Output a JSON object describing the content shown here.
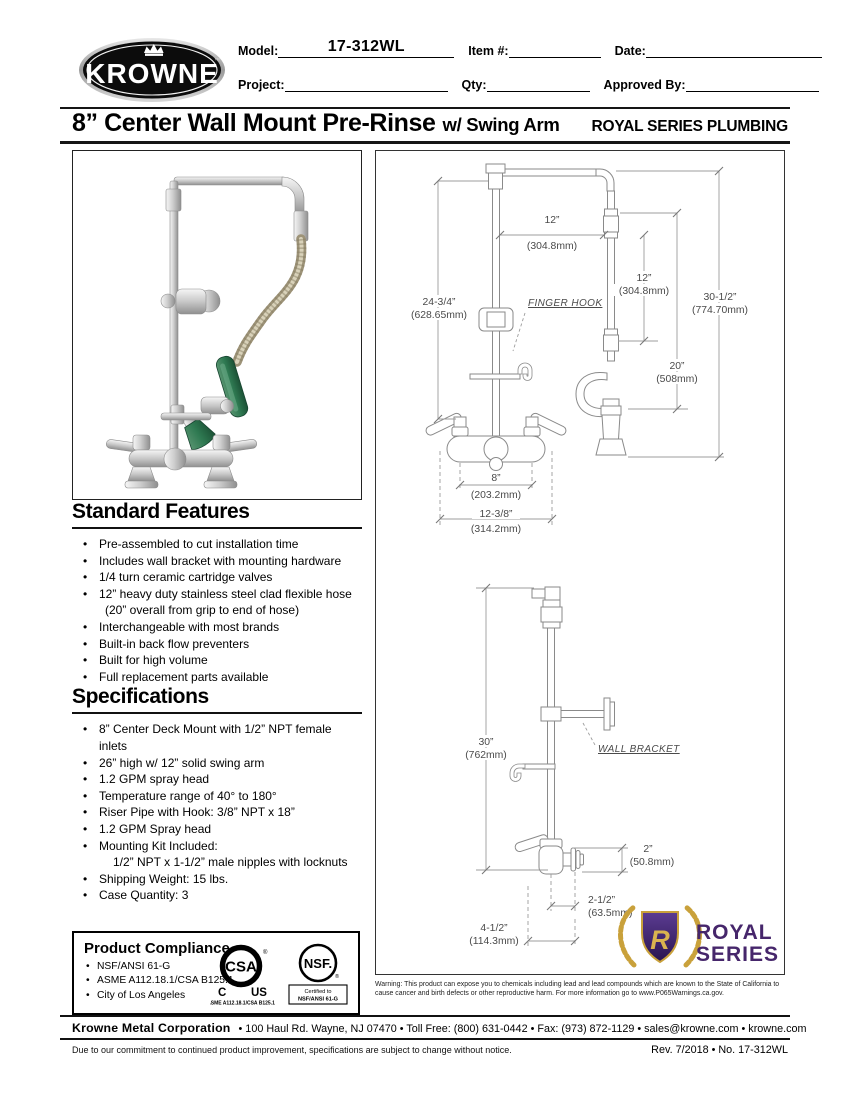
{
  "header": {
    "brand": "KROWNE",
    "brand_tm": "™",
    "model_label": "Model:",
    "model_value": "17-312WL",
    "item_label": "Item #:",
    "date_label": "Date:",
    "project_label": "Project:",
    "qty_label": "Qty:",
    "approved_label": "Approved By:"
  },
  "title": {
    "main": "8” Center Wall Mount Pre-Rinse",
    "sub": "w/ Swing Arm",
    "series": "ROYAL SERIES PLUMBING"
  },
  "features": {
    "heading": "Standard Features",
    "items": [
      "Pre-assembled to cut installation time",
      "Includes wall bracket with mounting hardware",
      "1/4 turn ceramic cartridge valves",
      "12” heavy duty stainless steel clad flexible hose",
      "(20” overall from grip to end of hose)",
      "Interchangeable with most brands",
      "Built-in back flow preventers",
      "Built for high volume",
      "Full replacement parts available"
    ]
  },
  "specs": {
    "heading": "Specifications",
    "items": [
      "8” Center Deck Mount with 1/2” NPT female inlets",
      "26” high w/ 12” solid swing arm",
      "1.2 GPM spray head",
      "Temperature range of 40° to 180°",
      "Riser Pipe with Hook: 3/8” NPT x 18”",
      "1.2 GPM Spray head",
      "Mounting Kit Included:",
      "1/2” NPT x 1-1/2” male nipples with locknuts",
      "Shipping Weight: 15 lbs.",
      "Case Quantity: 3"
    ]
  },
  "compliance": {
    "heading": "Product Compliance",
    "items": [
      "NSF/ANSI 61-G",
      "ASME A112.18.1/CSA B125.1",
      "City of Los Angeles"
    ],
    "csa": {
      "monogram": "CSA",
      "reg": "®",
      "c": "C",
      "us": "US",
      "caption": "ASME A112.18.1/CSA B125.1"
    },
    "nsf": {
      "name": "NSF.",
      "reg": "®",
      "cert1": "Certified to",
      "cert2": "NSF/ANSI 61-G"
    }
  },
  "diagram": {
    "dim12top_v": "12”",
    "dim12top_mm": "(304.8mm)",
    "dim12r_v": "12”",
    "dim12r_mm": "(304.8mm)",
    "dim24_v": "24-3/4”",
    "dim24_mm": "(628.65mm)",
    "dim30h_v": "30-1/2”",
    "dim30h_mm": "(774.70mm)",
    "dim20_v": "20”",
    "dim20_mm": "(508mm)",
    "dim8_v": "8”",
    "dim8_mm": "(203.2mm)",
    "dim1238_v": "12-3/8”",
    "dim1238_mm": "(314.2mm)",
    "finger_hook": "FINGER HOOK",
    "dim30_v": "30”",
    "dim30_mm": "(762mm)",
    "wall_bracket": "WALL BRACKET",
    "dim2_v": "2”",
    "dim2_mm": "(50.8mm)",
    "dim2h_v": "2-1/2”",
    "dim2h_mm": "(63.5mm)",
    "dim4h_v": "4-1/2”",
    "dim4h_mm": "(114.3mm)"
  },
  "royal": {
    "monogram": "R",
    "line1": "ROYAL",
    "line2": "SERIES"
  },
  "warning": "Warning: This product can expose you to chemicals including lead and lead compounds which are known to the State of California to cause cancer and birth defects or other reproductive harm.  For more information go to www.P065Warnings.ca.gov.",
  "footer": {
    "brand": "Krowne Metal Corporation",
    "contact": "•  100 Haul Rd. Wayne, NJ 07470  •  Toll Free: (800) 631-0442  •  Fax: (973) 872-1129  •  sales@krowne.com  •  krowne.com",
    "disclaimer": "Due to our commitment to continued product improvement, specifications are subject to change without notice.",
    "revision": "Rev. 7/2018   •   No. 17-312WL"
  },
  "colors": {
    "spray_handle_green": "#2f7a52",
    "royal_purple": "#45276b",
    "royal_gold": "#c9a13b"
  }
}
